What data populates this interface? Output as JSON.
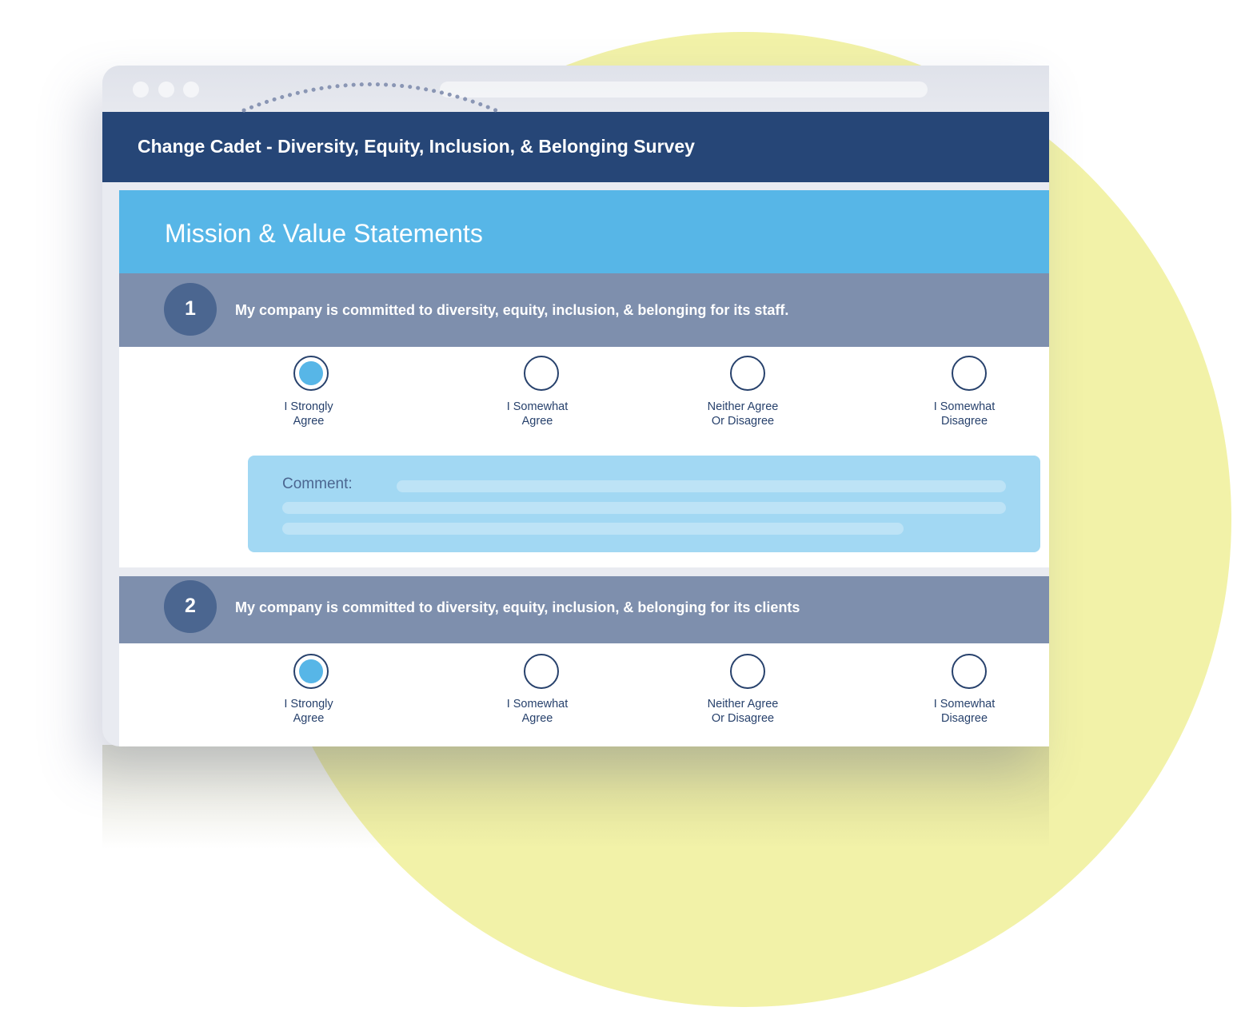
{
  "app": {
    "title": "Change Cadet - Diversity, Equity, Inclusion, & Belonging Survey"
  },
  "section": {
    "title": "Mission & Value Statements"
  },
  "questions": [
    {
      "number": "1",
      "text": "My company is committed to diversity, equity, inclusion, & belonging for its staff.",
      "options": [
        {
          "line1": "I Strongly",
          "line2": "Agree"
        },
        {
          "line1": "I Somewhat",
          "line2": "Agree"
        },
        {
          "line1": "Neither Agree",
          "line2": "Or Disagree"
        },
        {
          "line1": "I Somewhat",
          "line2": "Disagree"
        }
      ],
      "selected_option": "I Strongly Agree",
      "comment_label": "Comment:"
    },
    {
      "number": "2",
      "text": "My company is committed to diversity, equity, inclusion, & belonging for its clients",
      "options": [
        {
          "line1": "I Strongly",
          "line2": "Agree"
        },
        {
          "line1": "I Somewhat",
          "line2": "Agree"
        },
        {
          "line1": "Neither Agree",
          "line2": "Or Disagree"
        },
        {
          "line1": "I Somewhat",
          "line2": "Disagree"
        }
      ],
      "selected_option": "I Strongly Agree"
    }
  ],
  "colors": {
    "header": "#264677",
    "section": "#57b6e7",
    "question_bar": "#7e8fad",
    "number_badge": "#4b6690",
    "accent": "#57b6e7",
    "comment_bg": "#a2d8f3",
    "backdrop_circle": "#f2f2a8"
  }
}
